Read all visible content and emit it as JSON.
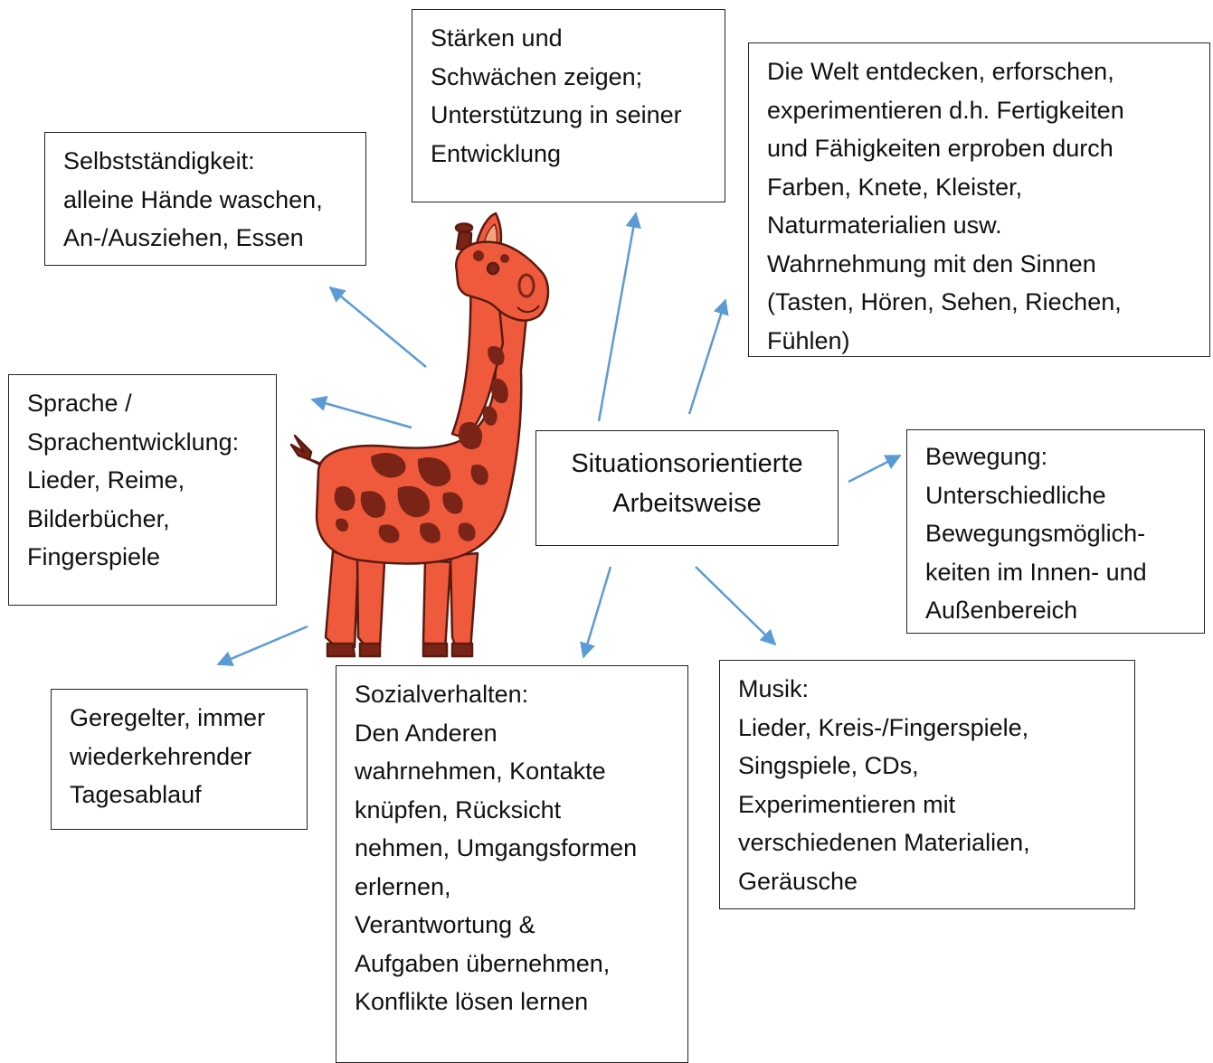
{
  "center": {
    "lines": [
      "Situationsorientierte",
      "Arbeitsweise"
    ]
  },
  "boxes": {
    "staerken": {
      "lines": [
        "Stärken und",
        "Schwächen zeigen;",
        "Unterstützung in seiner",
        "Entwicklung"
      ]
    },
    "welt": {
      "lines": [
        "Die Welt entdecken, erforschen,",
        "experimentieren d.h. Fertigkeiten",
        "und Fähigkeiten erproben durch",
        "Farben, Knete, Kleister,",
        "Naturmaterialien usw.",
        "Wahrnehmung mit den Sinnen",
        "(Tasten, Hören, Sehen, Riechen,",
        "Fühlen)"
      ]
    },
    "selbst": {
      "lines": [
        "Selbstständigkeit:",
        "alleine Hände waschen,",
        "An-/Ausziehen, Essen"
      ]
    },
    "sprache": {
      "lines": [
        "Sprache /",
        "Sprachentwicklung:",
        "Lieder, Reime,",
        "Bilderbücher,",
        "Fingerspiele"
      ]
    },
    "bewegung": {
      "lines": [
        "Bewegung:",
        "Unterschiedliche",
        "Bewegungsmöglich-",
        "keiten im Innen- und",
        "Außenbereich"
      ]
    },
    "geregelt": {
      "lines": [
        "Geregelter, immer",
        "wiederkehrender",
        "Tagesablauf"
      ]
    },
    "sozial": {
      "lines": [
        "Sozialverhalten:",
        "Den Anderen",
        "wahrnehmen, Kontakte",
        "knüpfen, Rücksicht",
        "nehmen, Umgangsformen",
        "erlernen,",
        "Verantwortung &",
        "Aufgaben übernehmen,",
        "Konflikte lösen lernen"
      ]
    },
    "musik": {
      "lines": [
        "Musik:",
        "Lieder, Kreis-/Fingerspiele,",
        "Singspiele, CDs,",
        "Experimentieren mit",
        "verschiedenen Materialien,",
        "Geräusche"
      ]
    }
  },
  "colors": {
    "arrow": "#5b9bd5",
    "giraffe_body": "#f05a3c",
    "giraffe_spots": "#7a2418",
    "box_border": "#222222"
  },
  "icons": {
    "illustration": "giraffe-illustration",
    "connector": "arrow-icon"
  }
}
